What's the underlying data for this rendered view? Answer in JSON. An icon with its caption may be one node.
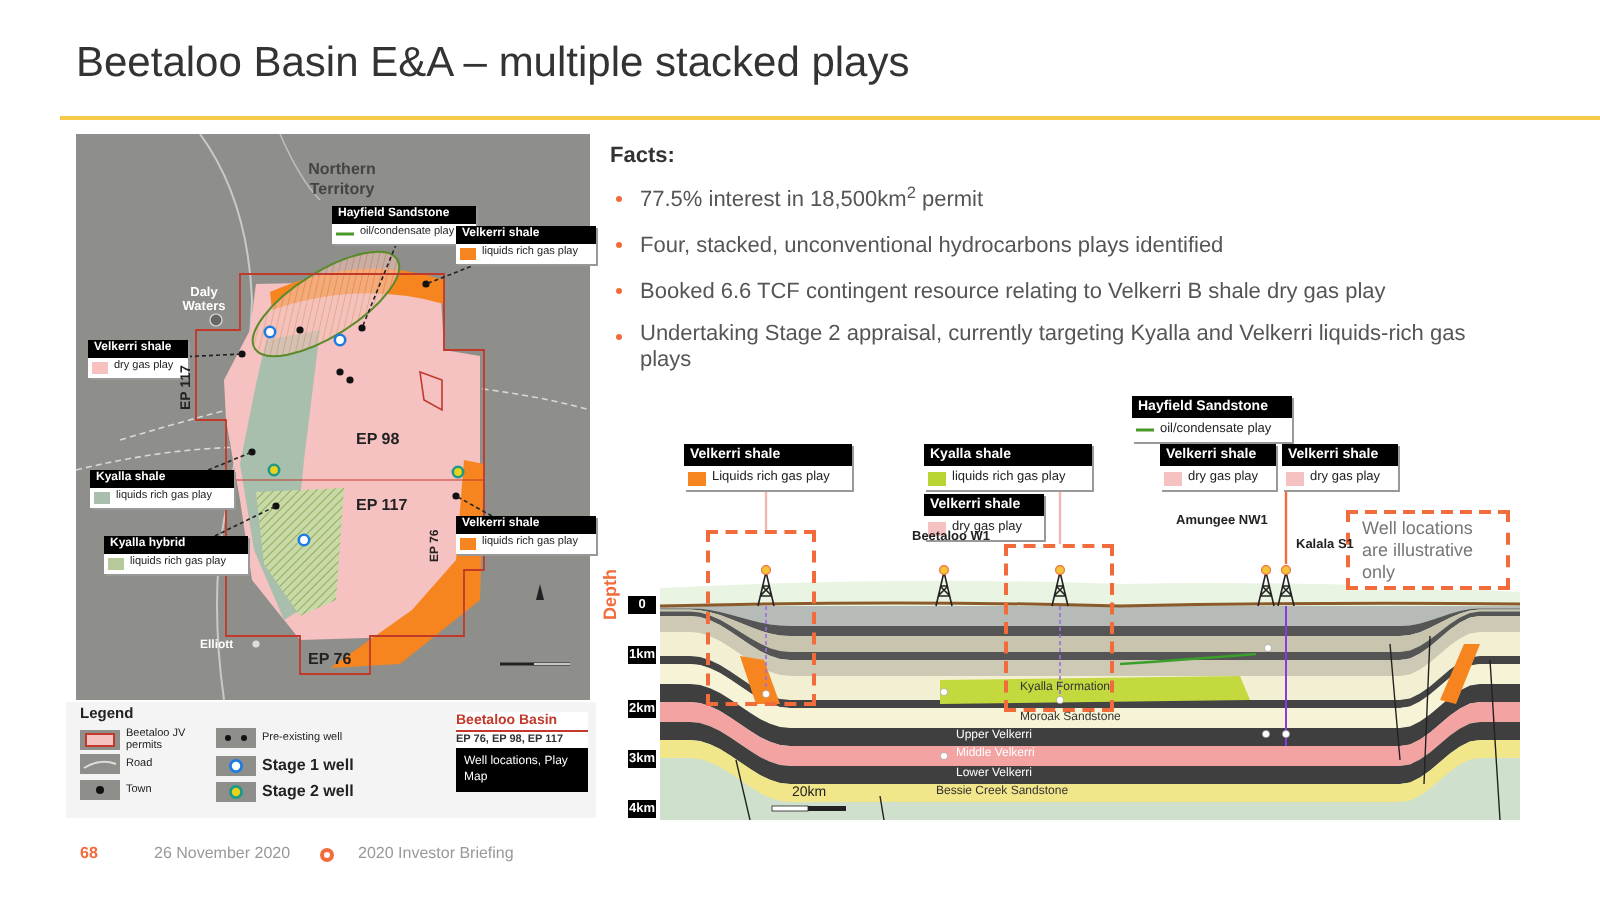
{
  "diagram": {
    "title": "Beetaloo Basin E&A – multiple stacked plays",
    "nodes": [
      {
        "text": [
          "Hayfield Sandstone",
          "oil/condensate play"
        ]
      },
      {
        "text": [
          "Velkerri shale",
          "liquids rich gas play"
        ]
      },
      {
        "text": [
          "Velkerri shale",
          "dry gas play"
        ]
      },
      {
        "text": [
          "Kyalla shale",
          "liquids rich gas play"
        ]
      },
      {
        "text": [
          "Kyalla hybrid",
          "liquids rich gas play"
        ]
      },
      {
        "text": [
          "Velkerri shale",
          "liquids rich gas play"
        ]
      },
      {
        "text": [
          "Velkerri shale",
          "Liquids rich gas play"
        ]
      },
      {
        "text": [
          "Kyalla shale",
          "liquids rich gas play"
        ]
      },
      {
        "text": [
          "Velkerri shale",
          "dry gas play"
        ]
      },
      {
        "text": [
          "Hayfield Sandstone",
          "oil/condensate play"
        ]
      },
      {
        "text": [
          "Velkerri shale",
          "dry gas play"
        ]
      },
      {
        "text": [
          "Velkerri shale",
          "dry gas play"
        ]
      },
      {
        "text": [],
        "shape": "box"
      },
      {
        "text": [],
        "shape": "box"
      },
      {
        "text": [
          "Well locations are illustrative only"
        ]
      },
      {
        "text": [],
        "shape": "picture"
      }
    ],
    "edges": [
      {
        "from": 0,
        "to": null,
        "arrow": "none",
        "style": "dashed"
      },
      {
        "from": 1,
        "to": null,
        "arrow": "none",
        "style": "dashed"
      },
      {
        "from": 2,
        "to": null,
        "arrow": "none",
        "style": "dashed"
      },
      {
        "from": 3,
        "to": null,
        "arrow": "none",
        "style": "dashed"
      },
      {
        "from": 4,
        "to": null,
        "arrow": "none",
        "style": "dashed"
      },
      {
        "from": 5,
        "to": null,
        "arrow": "none",
        "style": "dashed"
      },
      {
        "from": 6,
        "to": 12,
        "arrow": "none",
        "color": "#f4b6b0"
      },
      {
        "from": 7,
        "to": 13,
        "arrow": "none",
        "color": "#f4b6b0"
      },
      {
        "from": 11,
        "to": 15,
        "arrow": "none",
        "color": "#f26b3a"
      }
    ],
    "labels": [
      "Facts:",
      "77.5% interest in 18,500km$^{2}$ permit",
      "Four, stacked, unconventional hydrocarbons plays identified",
      "Booked 6.6 TCF contingent resource relating to Velkerri B shale dry gas play",
      "Undertaking Stage 2 appraisal, currently targeting Kyalla and Velkerri liquids-rich gas plays",
      "Northern Territory",
      "Daly Waters",
      "EP 117",
      "EP 98",
      "EP 117",
      "EP 76",
      "Elliott",
      "EP 76",
      "Legend",
      "Beetaloo Basin",
      "EP 76, EP 98, EP 117",
      "Well locations, Play Map",
      "Beetaloo W1",
      "Amungee NW1",
      "Kalala S1",
      "Depth",
      "0",
      "1km",
      "2km",
      "3km",
      "4km",
      "Kyalla Formation",
      "Moroak Sandstone",
      "Upper Velkerri",
      "Middle Velkerri",
      "Lower Velkerri",
      "20km",
      "Bessie Creek Sandstone",
      "68",
      "26 November 2020",
      "2020 Investor Briefing"
    ],
    "legend": [
      {
        "text": "Beetaloo JV permits"
      },
      {
        "text": "Road"
      },
      {
        "text": "Town"
      },
      {
        "text": "Pre-existing well"
      },
      {
        "text": "Stage 1 well"
      },
      {
        "text": "Stage 2 well"
      }
    ]
  }
}
